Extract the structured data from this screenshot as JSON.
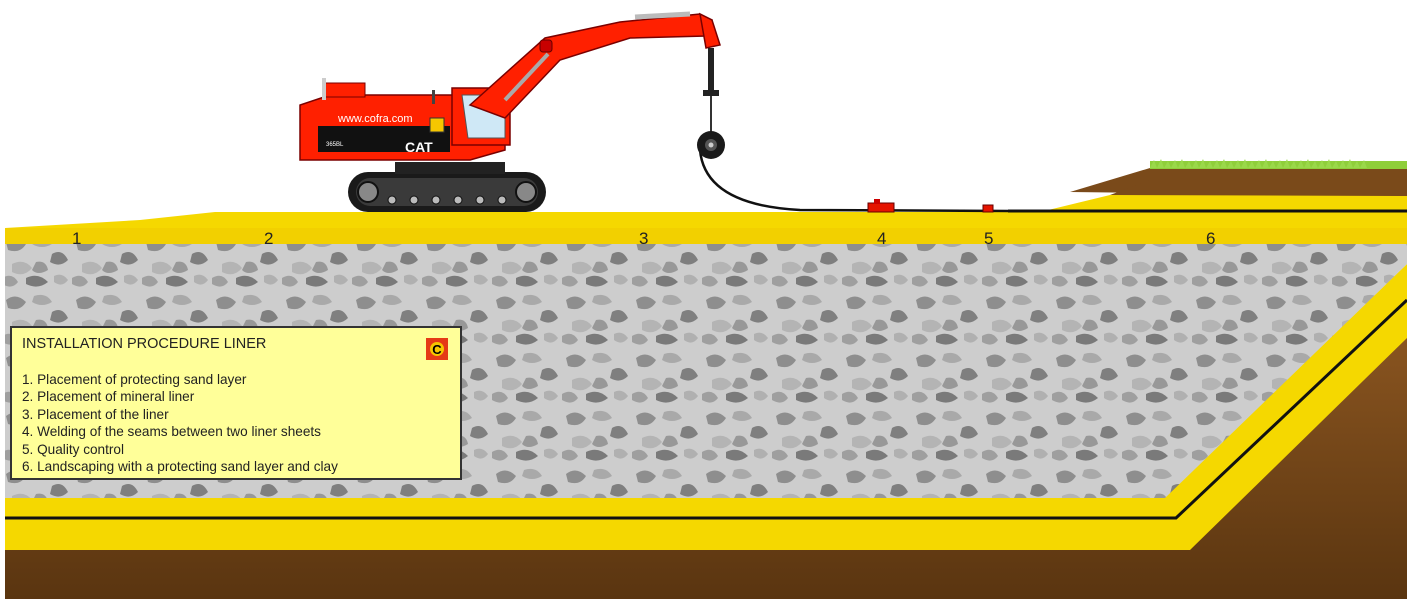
{
  "excavator": {
    "website": "www.cofra.com",
    "brand": "CAT",
    "model": "365BL"
  },
  "step_numbers": [
    "1",
    "2",
    "3",
    "4",
    "5",
    "6"
  ],
  "legend": {
    "title": "INSTALLATION PROCEDURE LINER",
    "logo_letter": "C",
    "items": [
      "1. Placement of protecting sand layer",
      "2. Placement of mineral liner",
      "3. Placement of the liner",
      "4. Welding of the seams between two liner sheets",
      "5. Quality control",
      "6. Landscaping with a protecting sand layer and clay"
    ]
  },
  "colors": {
    "sand": "#f5d800",
    "sand_dark": "#e0b800",
    "gravel": "#c9c9c9",
    "clay": "#7a4a1a",
    "excavator": "#ff2000",
    "grass": "#8fce3a",
    "legend_bg": "#ffff99"
  }
}
